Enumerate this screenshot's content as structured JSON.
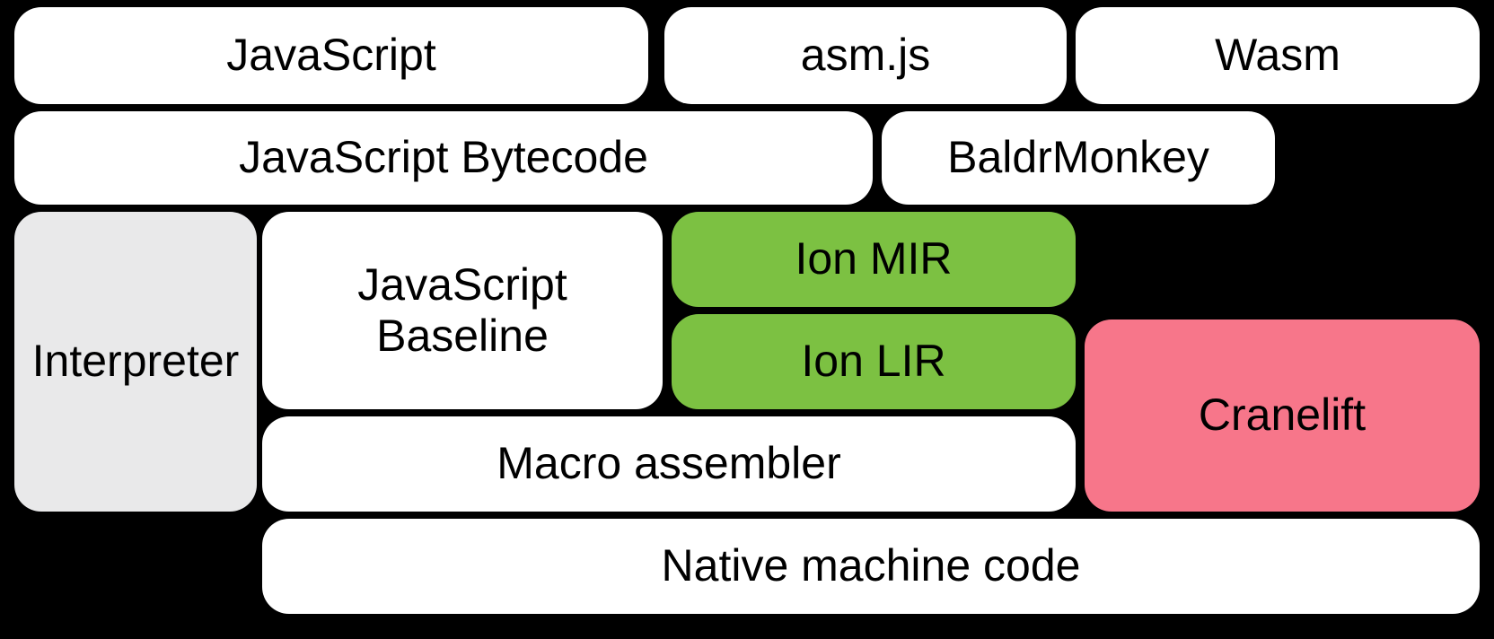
{
  "diagram": {
    "description": "Compiler pipeline block diagram on black background",
    "background": "#000000"
  },
  "colors": {
    "white": "#ffffff",
    "gray": "#e9e9ea",
    "green": "#7cc142",
    "pink": "#f7768a",
    "text": "#000000"
  },
  "boxes": {
    "javascript": {
      "label": "JavaScript"
    },
    "asmjs": {
      "label": "asm.js"
    },
    "wasm": {
      "label": "Wasm"
    },
    "js_bytecode": {
      "label": "JavaScript Bytecode"
    },
    "baldrmonkey": {
      "label": "BaldrMonkey"
    },
    "interpreter": {
      "label": "Interpreter"
    },
    "js_baseline": {
      "label": "JavaScript\nBaseline"
    },
    "ion_mir": {
      "label": "Ion MIR"
    },
    "ion_lir": {
      "label": "Ion LIR"
    },
    "cranelift": {
      "label": "Cranelift"
    },
    "macro_assembler": {
      "label": "Macro assembler"
    },
    "native_machine_code": {
      "label": "Native machine code"
    }
  }
}
